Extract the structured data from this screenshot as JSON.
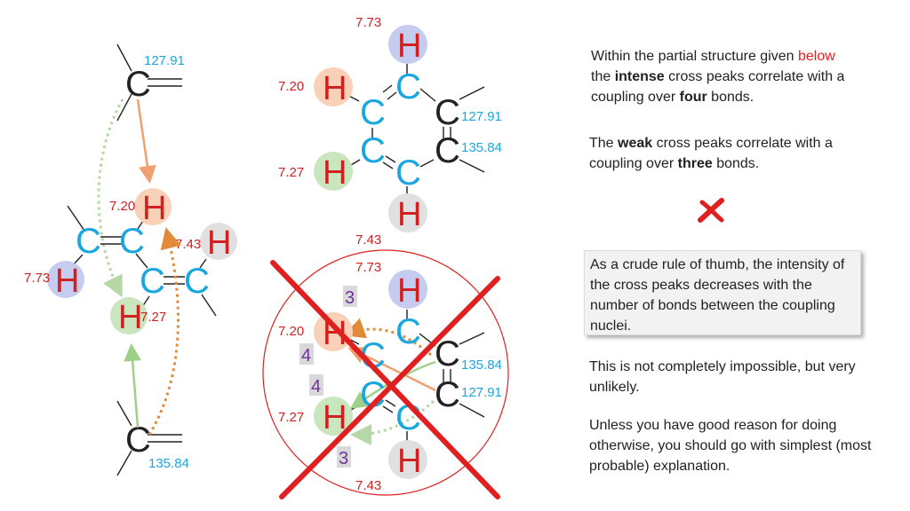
{
  "colors": {
    "h_blue": "#c6cbf0",
    "h_orange": "#f9d0b8",
    "h_green": "#c9e6bf",
    "h_grey": "#e0e0e0",
    "carbon_cyan": "#1aa7e0",
    "hydrogen_red": "#d02020",
    "shift_red": "#d02020",
    "shift_cyan": "#1aa7e0",
    "cross_red": "#e02020",
    "bond_number_purple": "#7030a0"
  },
  "labels": {
    "c": "C",
    "h": "H"
  },
  "left_structure": {
    "shift_top_c": "127.91",
    "shift_h_orange": "7.20",
    "shift_h_grey": "7.43",
    "shift_h_blue": "7.73",
    "shift_h_green": "7.27",
    "shift_bottom_c": "135.84"
  },
  "ring_top": {
    "shift_h_top": "7.73",
    "shift_h_left": "7.20",
    "shift_h_left_low": "7.27",
    "shift_c_right_top": "127.91",
    "shift_c_right_low": "135.84",
    "shift_h_bottom": "7.43"
  },
  "ring_crossed": {
    "shift_h_top": "7.73",
    "shift_h_left": "7.20",
    "shift_h_left_low": "7.27",
    "shift_c_right_top": "135.84",
    "shift_c_right_low": "127.91",
    "shift_h_bottom": "7.43",
    "bond_count_1": "3",
    "bond_count_2": "4",
    "bond_count_3": "4",
    "bond_count_4": "3"
  },
  "explanation": {
    "p1_before": "Within the partial structure given ",
    "p1_highlight": "below",
    "p1_mid": " the ",
    "p1_bold1": "intense",
    "p1_after": " cross peaks correlate with a coupling over ",
    "p1_bold2": "four",
    "p1_end": " bonds.",
    "p2_before": "The ",
    "p2_bold1": "weak",
    "p2_mid": " cross peaks correlate with a coupling over ",
    "p2_bold2": "three",
    "p2_end": " bonds.",
    "box_text": "As a crude rule of thumb, the intensity of the cross peaks decreases with the number of bonds between the coupling nuclei.",
    "p4": "This is not completely impossible, but very unlikely.",
    "p5": "Unless you have good reason for doing otherwise, you should go with simplest (most probable) explanation."
  }
}
